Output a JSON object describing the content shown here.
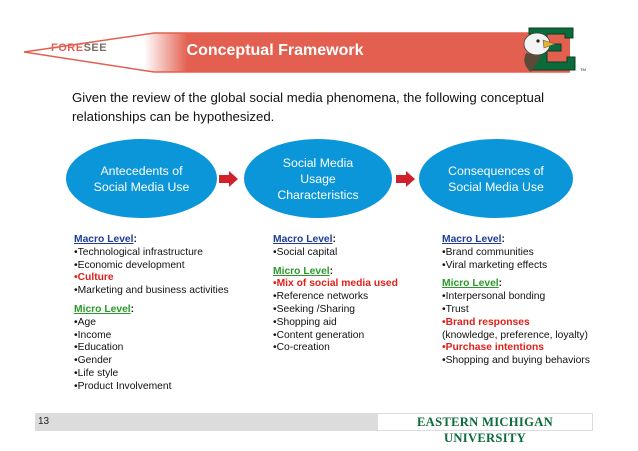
{
  "header": {
    "logo_part1": "FORE",
    "logo_part2": "SEE",
    "title": "Conceptual Framework",
    "banner_color": "#e35f4f"
  },
  "intro": "Given the review of the global social media phenomena, the following conceptual relationships can be hypothesized.",
  "nodes": [
    {
      "label": "Antecedents of\nSocial Media Use"
    },
    {
      "label": "Social Media\nUsage\nCharacteristics"
    },
    {
      "label": "Consequences of\nSocial Media Use"
    }
  ],
  "columns": [
    {
      "macro_label": "Macro Level",
      "macro_items": [
        {
          "text": "•Technological infrastructure",
          "highlight": false
        },
        {
          "text": "•Economic development",
          "highlight": false
        },
        {
          "text": "•Culture",
          "highlight": true
        },
        {
          "text": "•Marketing  and business activities",
          "highlight": false
        }
      ],
      "micro_label": "Micro Level",
      "micro_items": [
        {
          "text": "•Age",
          "highlight": false
        },
        {
          "text": "•Income",
          "highlight": false
        },
        {
          "text": "•Education",
          "highlight": false
        },
        {
          "text": "•Gender",
          "highlight": false
        },
        {
          "text": "•Life style",
          "highlight": false
        },
        {
          "text": "•Product Involvement",
          "highlight": false
        }
      ]
    },
    {
      "macro_label": "Macro Level",
      "macro_items": [
        {
          "text": "•Social capital",
          "highlight": false
        }
      ],
      "micro_label": "Micro Level",
      "micro_items": [
        {
          "text": "•Mix of social media used",
          "highlight": true
        },
        {
          "text": "•Reference networks",
          "highlight": false
        },
        {
          "text": "•Seeking /Sharing",
          "highlight": false
        },
        {
          "text": "•Shopping aid",
          "highlight": false
        },
        {
          "text": "•Content generation",
          "highlight": false
        },
        {
          "text": "•Co-creation",
          "highlight": false
        }
      ]
    },
    {
      "macro_label": "Macro Level",
      "macro_items": [
        {
          "text": "•Brand communities",
          "highlight": false
        },
        {
          "text": "•Viral marketing effects",
          "highlight": false
        }
      ],
      "micro_label": "Micro Level",
      "micro_items": [
        {
          "text": "•Interpersonal bonding",
          "highlight": false
        },
        {
          "text": "•Trust",
          "highlight": false
        },
        {
          "text": "•Brand responses",
          "highlight": true
        },
        {
          "text": "(knowledge, preference, loyalty)",
          "highlight": false
        },
        {
          "text": "•Purchase intentions",
          "highlight": true
        },
        {
          "text": "•Shopping and buying behaviors",
          "highlight": false
        }
      ]
    }
  ],
  "footer": {
    "page_number": "13",
    "university": "EASTERN MICHIGAN UNIVERSITY"
  },
  "mascot_trademark": "TM",
  "colors": {
    "ellipse": "#0a96d9",
    "arrow": "#d0202a",
    "macro_heading": "#1f3c99",
    "micro_heading": "#2a9a2a",
    "highlight": "#e0201a",
    "university": "#0b6b3a"
  }
}
